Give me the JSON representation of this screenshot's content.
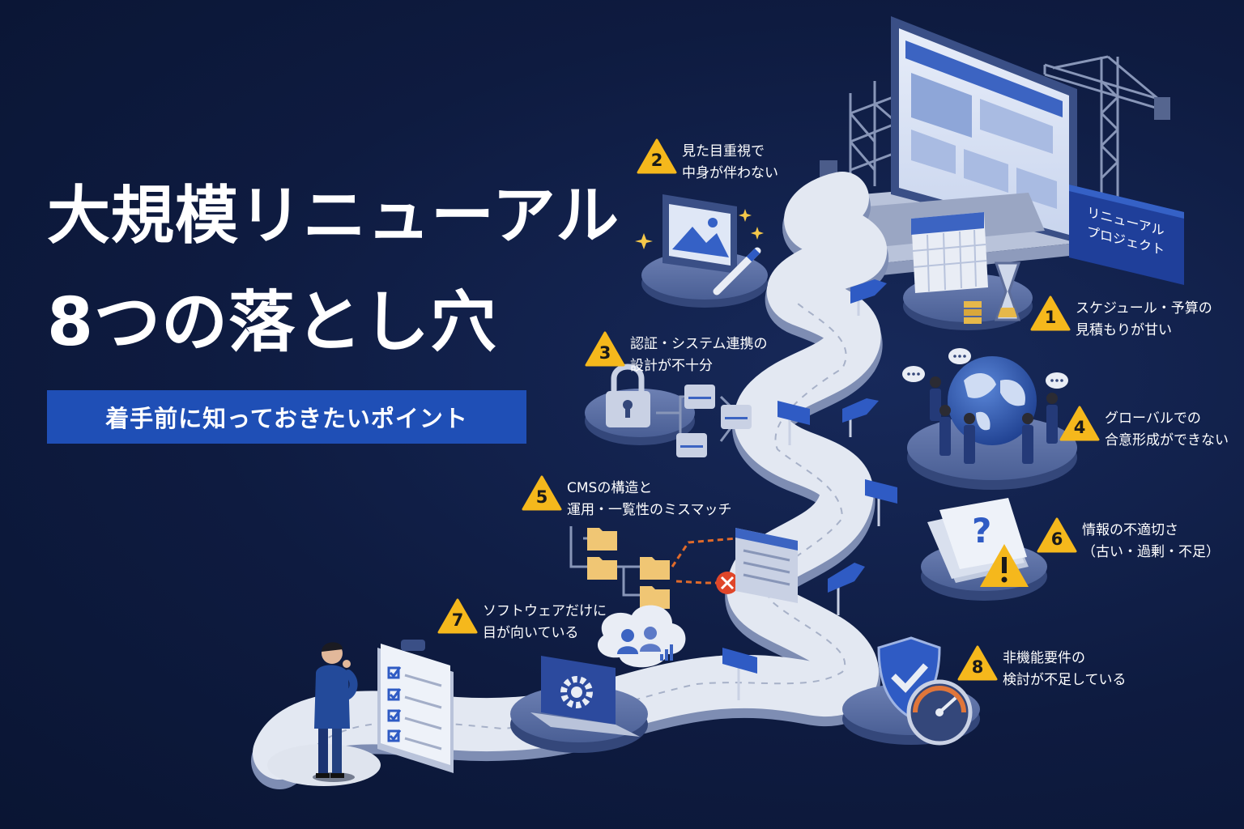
{
  "title": {
    "line1": "大規模リニューアル",
    "line2": "8つの落とし穴"
  },
  "subtitle": "着手前に知っておきたいポイント",
  "project_sign": {
    "line1": "リニューアル",
    "line2": "プロジェクト"
  },
  "colors": {
    "background": "#0e1b40",
    "accent_blue": "#1f4fb6",
    "warning_yellow": "#f5b81c",
    "road": "#dfe4ee",
    "platform": "#3f5488"
  },
  "callouts": [
    {
      "number": "1",
      "line1": "スケジュール・予算の",
      "line2": "見積もりが甘い",
      "icon": "calendar-hourglass-icon"
    },
    {
      "number": "2",
      "line1": "見た目重視で",
      "line2": "中身が伴わない",
      "icon": "image-pen-icon"
    },
    {
      "number": "3",
      "line1": "認証・システム連携の",
      "line2": "設計が不十分",
      "icon": "lock-network-icon"
    },
    {
      "number": "4",
      "line1": "グローバルでの",
      "line2": "合意形成ができない",
      "icon": "globe-people-icon"
    },
    {
      "number": "5",
      "line1": "CMSの構造と",
      "line2": "運用・一覧性のミスマッチ",
      "icon": "folder-tree-icon"
    },
    {
      "number": "6",
      "line1": "情報の不適切さ",
      "line2": "（古い・過剰・不足）",
      "icon": "documents-warning-icon"
    },
    {
      "number": "7",
      "line1": "ソフトウェアだけに",
      "line2": "目が向いている",
      "icon": "laptop-gear-icon"
    },
    {
      "number": "8",
      "line1": "非機能要件の",
      "line2": "検討が不足している",
      "icon": "shield-gauge-icon"
    }
  ]
}
